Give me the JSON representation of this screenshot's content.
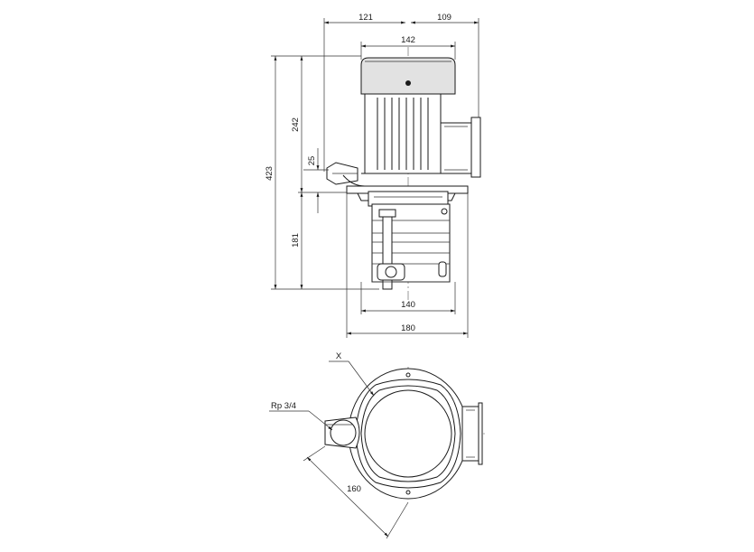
{
  "dimensions": {
    "top_left_offset": "121",
    "top_right_offset": "109",
    "motor_width": "142",
    "total_height": "423",
    "motor_height": "242",
    "flange_thickness": "25",
    "pump_height": "181",
    "pump_width": "140",
    "flange_width": "180",
    "flange_pitch": "160"
  },
  "labels": {
    "view_marker": "X",
    "port_thread": "Rp 3/4"
  }
}
